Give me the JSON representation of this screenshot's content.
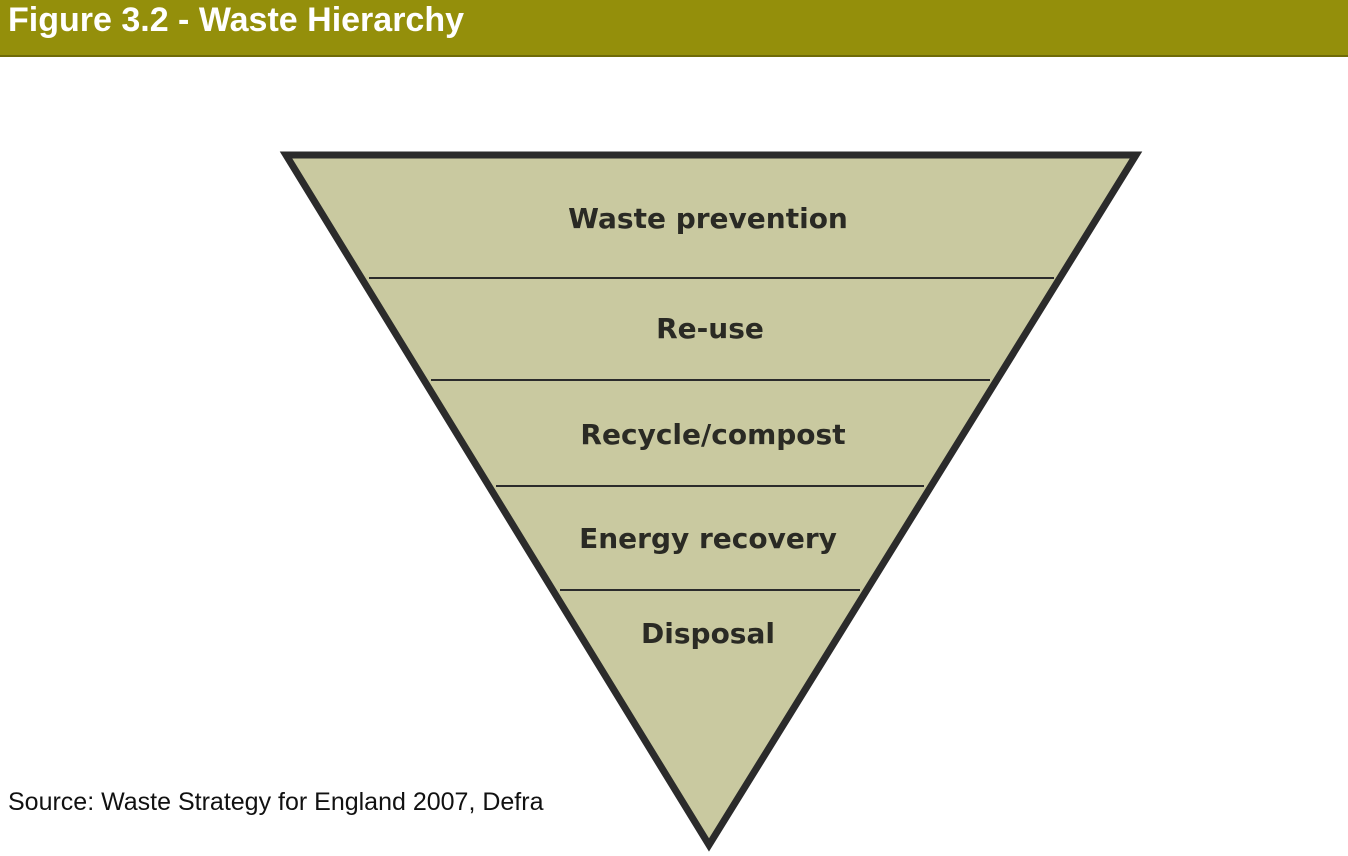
{
  "figure": {
    "title": "Figure 3.2 - Waste Hierarchy",
    "source": "Source: Waste Strategy for England 2007, Defra"
  },
  "hierarchy": {
    "tiers": [
      {
        "label": "Waste prevention"
      },
      {
        "label": "Re-use"
      },
      {
        "label": "Recycle/compost"
      },
      {
        "label": "Energy recovery"
      },
      {
        "label": "Disposal"
      }
    ],
    "colors": {
      "fill": "#c9c9a0",
      "outline": "#2b2b2b",
      "title_bar": "#948f0b"
    }
  }
}
